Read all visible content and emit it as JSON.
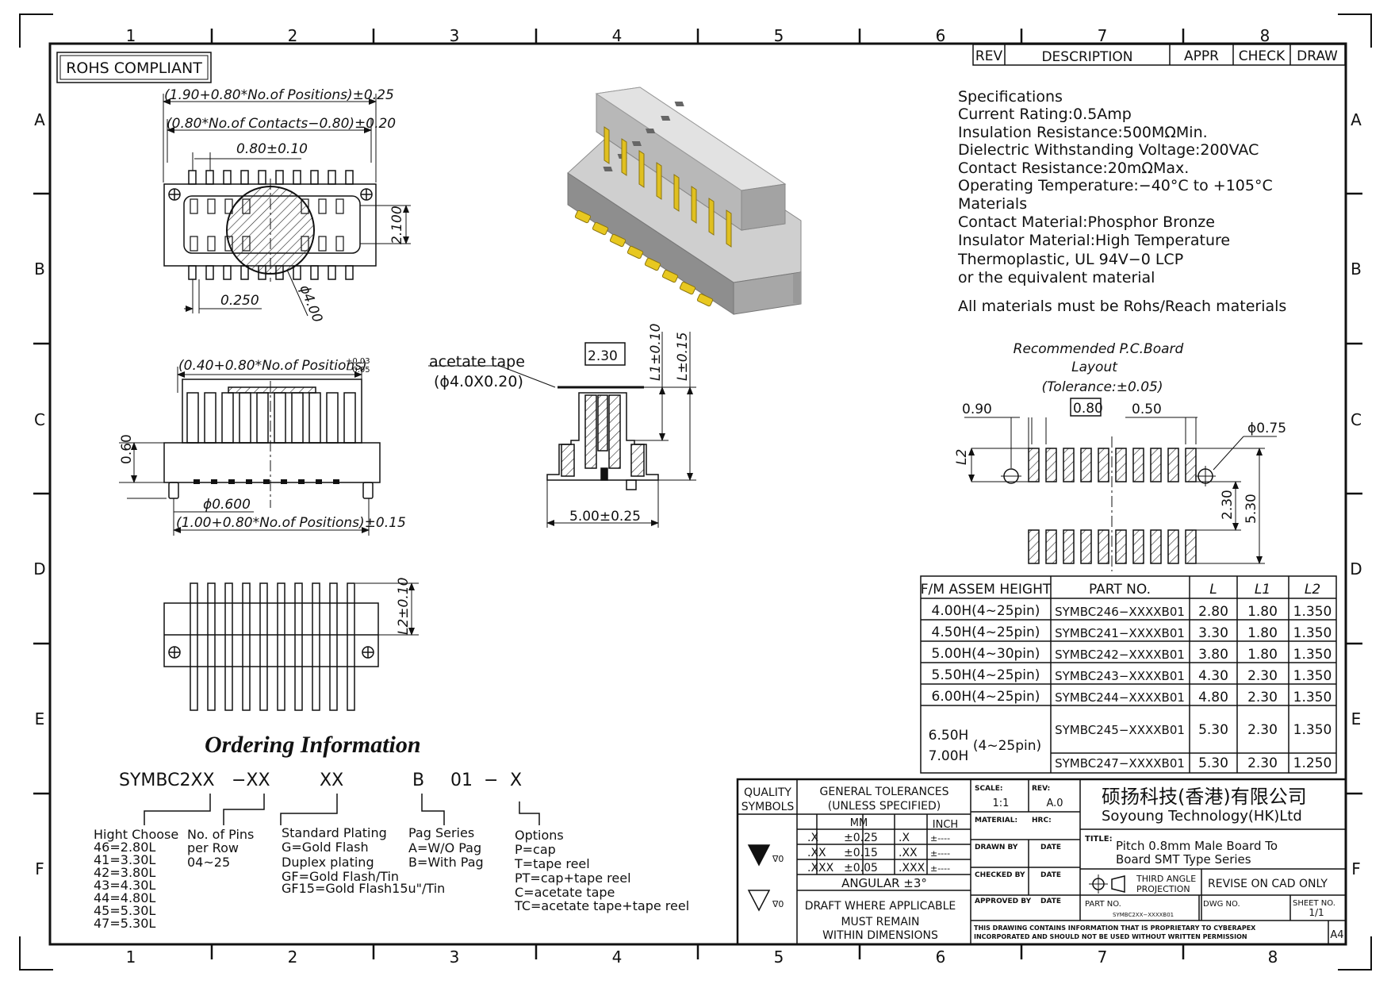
{
  "frame": {
    "col_labels_top": [
      "1",
      "2",
      "3",
      "4",
      "5",
      "6",
      "7",
      "8"
    ],
    "col_labels_bottom": [
      "1",
      "2",
      "3",
      "4",
      "5",
      "6",
      "7",
      "8"
    ],
    "row_labels": [
      "A",
      "B",
      "C",
      "D",
      "E",
      "F"
    ]
  },
  "rohs": "ROHS COMPLIANT",
  "rev_header": {
    "rev": "REV",
    "description": "DESCRIPTION",
    "appr": "APPR",
    "check": "CHECK",
    "draw": "DRAW"
  },
  "specs": {
    "lines": [
      "Specifications",
      "Current  Rating:0.5Amp",
      "Insulation  Resistance:500MΩMin.",
      "Dielectric  Withstanding  Voltage:200VAC",
      "Contact  Resistance:20mΩMax.",
      "Operating  Temperature:−40°C  to  +105°C",
      "Materials",
      "Contact  Material:Phosphor  Bronze",
      "Insulator  Material:High  Temperature",
      "Thermoplastic,  UL  94V−0  LCP",
      "or  the  equivalent  material",
      "All  materials  must  be  Rohs/Reach  materials"
    ]
  },
  "top_view": {
    "dim_overall": "(1.90+0.80*No.of  Positions)±0.25",
    "dim_contacts": "(0.80*No.of  Contacts−0.80)±0.20",
    "dim_pitch": "0.80±0.10",
    "dim_height": "2.100",
    "dim_pad": "0.250",
    "dim_circle": "ϕ4.00"
  },
  "side_view": {
    "dim_top": "(0.40+0.80*No.of  Positions)",
    "tol_upper": "+0.03",
    "tol_lower": "−0.05",
    "dim_left": "0.60",
    "dim_peg": "ϕ0.600",
    "dim_bottom": "(1.00+0.80*No.of  Positions)±0.15"
  },
  "section_view": {
    "acetate_label": "acetate  tape",
    "acetate_size": "(ϕ4.0X0.20)",
    "dim_box": "2.30",
    "dim_l1": "L1±0.10",
    "dim_l": "L±0.15",
    "dim_width": "5.00±0.25"
  },
  "bottom_view": {
    "dim_l2": "L2±0.10"
  },
  "pcb": {
    "title_lines": [
      "Recommended  P.C.Board",
      "Layout",
      "(Tolerance:±0.05)"
    ],
    "dim_090": "0.90",
    "dim_080": "0.80",
    "dim_050": "0.50",
    "dim_hole": "ϕ0.75",
    "dim_l2": "L2",
    "dim_230": "2.30",
    "dim_530": "5.30"
  },
  "height_table": {
    "headers": [
      "F/M  ASSEM  HEIGHT",
      "PART  NO.",
      "L",
      "L1",
      "L2"
    ],
    "rows": [
      [
        "4.00H(4~25pin)",
        "SYMBC246−XXXXB01",
        "2.80",
        "1.80",
        "1.350"
      ],
      [
        "4.50H(4~25pin)",
        "SYMBC241−XXXXB01",
        "3.30",
        "1.80",
        "1.350"
      ],
      [
        "5.00H(4~30pin)",
        "SYMBC242−XXXXB01",
        "3.80",
        "1.80",
        "1.350"
      ],
      [
        "5.50H(4~25pin)",
        "SYMBC243−XXXXB01",
        "4.30",
        "2.30",
        "1.350"
      ],
      [
        "6.00H(4~25pin)",
        "SYMBC244−XXXXB01",
        "4.80",
        "2.30",
        "1.350"
      ]
    ],
    "merged_heights": [
      "6.50H",
      "7.00H"
    ],
    "merged_pins": "(4~25pin)",
    "merged_rows": [
      [
        "SYMBC245−XXXXB01",
        "5.30",
        "2.30",
        "1.350"
      ],
      [
        "SYMBC247−XXXXB01",
        "5.30",
        "2.30",
        "1.250"
      ]
    ]
  },
  "ordering": {
    "title": "Ordering Information",
    "code_parts": [
      "SYMBC2XX",
      "−XX",
      "XX",
      "B",
      "01",
      "−",
      "X"
    ],
    "groups": [
      {
        "lines": [
          "Hight  Choose",
          "46=2.80L",
          "41=3.30L",
          "42=3.80L",
          "43=4.30L",
          "44=4.80L",
          "45=5.30L",
          "47=5.30L"
        ]
      },
      {
        "lines": [
          "No.  of  Pins",
          "per  Row",
          "04~25"
        ]
      },
      {
        "lines": [
          "Standard  Plating",
          "G=Gold  Flash",
          "Duplex  plating",
          "GF=Gold  Flash/Tin",
          "GF15=Gold  Flash15u\"/Tin"
        ]
      },
      {
        "lines": [
          "Pag  Series",
          "A=W/O  Pag",
          "B=With  Pag"
        ]
      },
      {
        "lines": [
          "Options",
          "P=cap",
          "T=tape  reel",
          "PT=cap+tape  reel",
          "C=acetate  tape",
          "TC=acetate  tape+tape  reel"
        ]
      }
    ]
  },
  "title_block": {
    "quality": [
      "QUALITY",
      "SYMBOLS"
    ],
    "qsym1": "∇0",
    "qsym2": "∇0",
    "gen_tol": [
      "GENERAL  TOLERANCES",
      "(UNLESS  SPECIFIED)"
    ],
    "mm": "MM",
    "inch": "INCH",
    "tol_rows": [
      [
        ".X",
        "±0.25",
        ".X",
        "±----"
      ],
      [
        ".XX",
        "±0.15",
        ".XX",
        "±----"
      ],
      [
        ".XXX",
        "±0.05",
        ".XXX",
        "±----"
      ]
    ],
    "angular": "ANGULAR  ±3°",
    "draft": [
      "DRAFT  WHERE  APPLICABLE",
      "MUST  REMAIN",
      "WITHIN  DIMENSIONS"
    ],
    "scale_label": "SCALE:",
    "scale": "1:1",
    "rev_label": "REV:",
    "rev": "A.0",
    "material_label": "MATERIAL:",
    "hrc_label": "HRC:",
    "drawn_by": "DRAWN  BY",
    "checked_by": "CHECKED  BY",
    "approved_by": "APPROVED  BY",
    "date": "DATE",
    "company_cn": "硕扬科技(香港)有限公司",
    "company_en": "Soyoung  Technology(HK)Ltd",
    "title_label": "TITLE:",
    "title_lines": [
      "Pitch  0.8mm  Male  Board  To",
      "Board  SMT  Type  Series"
    ],
    "projection": [
      "THIRD  ANGLE",
      "PROJECTION"
    ],
    "revise": "REVISE  ON  CAD  ONLY",
    "part_no_label": "PART  NO.",
    "part_no": "SYMBC2XX−XXXXB01",
    "dwg_no_label": "DWG  NO.",
    "sheet_no_label": "SHEET  NO.",
    "sheet_no": "1/1",
    "notice": [
      "THIS  DRAWING  CONTAINS  INFORMATION  THAT  IS  PROPRIETARY  TO  CYBERAPEX",
      "INCORPORATED  AND  SHOULD  NOT  BE  USED  WITHOUT  WRITTEN  PERMISSION"
    ],
    "size": "A4"
  }
}
